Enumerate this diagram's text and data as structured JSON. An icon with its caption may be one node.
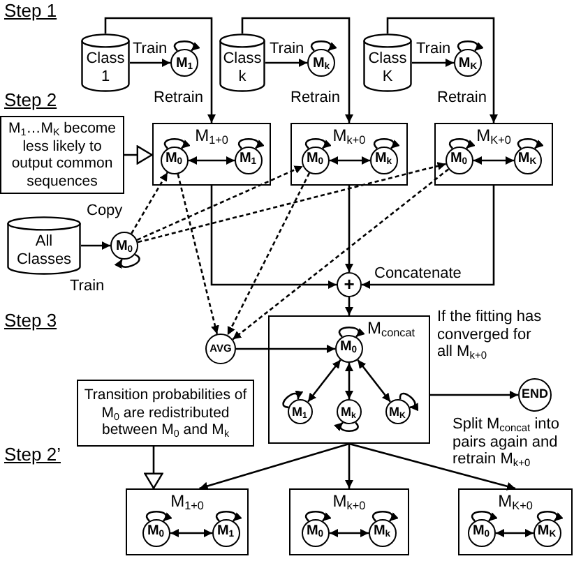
{
  "diagram": {
    "nodes": [
      {
        "text": [
          "Class 1"
        ]
      },
      {
        "text": [
          "M$_{1}$"
        ]
      },
      {
        "text": [
          "Class k"
        ]
      },
      {
        "text": [
          "M$_{k}$"
        ]
      },
      {
        "text": [
          "Class K"
        ]
      },
      {
        "text": [
          "M$_{K}$"
        ]
      },
      {
        "text": [
          "M$_{1}$…M$_{K}$ become less likely to output common sequences"
        ]
      },
      {
        "text": [
          "M$_{1+0}$"
        ]
      },
      {
        "text": [
          "M$_{0}$"
        ],
        "in": 7
      },
      {
        "text": [
          "M$_{1}$"
        ],
        "in": 7
      },
      {
        "text": [
          "M$_{k+0}$"
        ]
      },
      {
        "text": [
          "M$_{0}$"
        ],
        "in": 10
      },
      {
        "text": [
          "M$_{k}$"
        ],
        "in": 10
      },
      {
        "text": [
          "M$_{K+0}$"
        ]
      },
      {
        "text": [
          "M$_{0}$"
        ],
        "in": 13
      },
      {
        "text": [
          "M$_{K}$"
        ],
        "in": 13
      },
      {
        "text": [
          "All Classes"
        ]
      },
      {
        "text": [
          "M$_{0}$"
        ]
      },
      {
        "text": [
          "+"
        ]
      },
      {
        "text": [
          "AVG"
        ]
      },
      {
        "text": [
          "M$_{concat}$"
        ]
      },
      {
        "text": [
          "M$_{0}$"
        ],
        "in": 20
      },
      {
        "text": [
          "M$_{1}$"
        ],
        "in": 20
      },
      {
        "text": [
          "M$_{k}$"
        ],
        "in": 20
      },
      {
        "text": [
          "M$_{K}$"
        ],
        "in": 20
      },
      {
        "text": [
          "END"
        ]
      },
      {
        "text": [
          "Transition probabilities of M$_{0}$ are redistributed between M$_{0}$ and M$_{k}$"
        ]
      },
      {
        "text": [
          "M$_{1+0}$"
        ]
      },
      {
        "text": [
          "M$_{0}$"
        ],
        "in": 27
      },
      {
        "text": [
          "M$_{1}$"
        ],
        "in": 27
      },
      {
        "text": [
          "M$_{k+0}$"
        ]
      },
      {
        "text": [
          "M$_{0}$"
        ],
        "in": 30
      },
      {
        "text": [
          "M$_{k}$"
        ],
        "in": 30
      },
      {
        "text": [
          "M$_{K+0}$"
        ]
      },
      {
        "text": [
          "M$_{0}$"
        ],
        "in": 33
      },
      {
        "text": [
          "M$_{K}$"
        ],
        "in": 33
      }
    ],
    "edges": [
      {
        "from": 0,
        "to": 1,
        "arrow": "to",
        "label": "Train"
      },
      {
        "from": 1,
        "to": 1,
        "arrow": "to"
      },
      {
        "from": 0,
        "to": 7,
        "arrow": "to",
        "label": "Retrain"
      },
      {
        "from": 2,
        "to": 3,
        "arrow": "to",
        "label": "Train"
      },
      {
        "from": 3,
        "to": 3,
        "arrow": "to"
      },
      {
        "from": 2,
        "to": 10,
        "arrow": "to",
        "label": "Retrain"
      },
      {
        "from": 4,
        "to": 5,
        "arrow": "to",
        "label": "Train"
      },
      {
        "from": 5,
        "to": 5,
        "arrow": "to"
      },
      {
        "from": 4,
        "to": 13,
        "arrow": "to",
        "label": "Retrain"
      },
      {
        "from": 6,
        "to": 7,
        "arrow": "to"
      },
      {
        "from": 8,
        "to": 8,
        "arrow": "to"
      },
      {
        "from": 9,
        "to": 9,
        "arrow": "to"
      },
      {
        "from": 8,
        "to": 9,
        "arrow": "both"
      },
      {
        "from": 11,
        "to": 11,
        "arrow": "to"
      },
      {
        "from": 12,
        "to": 12,
        "arrow": "to"
      },
      {
        "from": 11,
        "to": 12,
        "arrow": "both"
      },
      {
        "from": 14,
        "to": 14,
        "arrow": "to"
      },
      {
        "from": 15,
        "to": 15,
        "arrow": "to"
      },
      {
        "from": 14,
        "to": 15,
        "arrow": "both"
      },
      {
        "from": 16,
        "to": 17,
        "arrow": "to",
        "label": "Train"
      },
      {
        "from": 17,
        "to": 17,
        "arrow": "to"
      },
      {
        "from": 17,
        "to": 8,
        "arrow": "to",
        "style": "dashed",
        "label": "Copy"
      },
      {
        "from": 17,
        "to": 11,
        "arrow": "to",
        "style": "dashed"
      },
      {
        "from": 17,
        "to": 14,
        "arrow": "to",
        "style": "dashed"
      },
      {
        "from": 8,
        "to": 19,
        "arrow": "to",
        "style": "dashed"
      },
      {
        "from": 11,
        "to": 19,
        "arrow": "to",
        "style": "dashed"
      },
      {
        "from": 14,
        "to": 19,
        "arrow": "to",
        "style": "dashed"
      },
      {
        "from": 7,
        "to": 18,
        "arrow": "to"
      },
      {
        "from": 10,
        "to": 18,
        "arrow": "to"
      },
      {
        "from": 13,
        "to": 18,
        "arrow": "to",
        "label": "Concatenate"
      },
      {
        "from": 18,
        "to": 20,
        "arrow": "to"
      },
      {
        "from": 19,
        "to": 21,
        "arrow": "to"
      },
      {
        "from": 21,
        "to": 21,
        "arrow": "to"
      },
      {
        "from": 21,
        "to": 22,
        "arrow": "both"
      },
      {
        "from": 21,
        "to": 23,
        "arrow": "both"
      },
      {
        "from": 21,
        "to": 24,
        "arrow": "both"
      },
      {
        "from": 22,
        "to": 22,
        "arrow": "to"
      },
      {
        "from": 23,
        "to": 23,
        "arrow": "to"
      },
      {
        "from": 24,
        "to": 24,
        "arrow": "to"
      },
      {
        "from": 20,
        "to": 25,
        "arrow": "to",
        "label": "If the fitting has converged for all M$_{k+0}$"
      },
      {
        "from": 26,
        "to": 27,
        "arrow": "to"
      },
      {
        "from": 20,
        "to": 27,
        "arrow": "to"
      },
      {
        "from": 20,
        "to": 30,
        "arrow": "to"
      },
      {
        "from": 20,
        "to": 33,
        "arrow": "to",
        "label": "Split M$_{concat}$ into pairs again and retrain M$_{k+0}$"
      },
      {
        "from": 28,
        "to": 28,
        "arrow": "to"
      },
      {
        "from": 29,
        "to": 29,
        "arrow": "to"
      },
      {
        "from": 28,
        "to": 29,
        "arrow": "both"
      },
      {
        "from": 31,
        "to": 31,
        "arrow": "to"
      },
      {
        "from": 32,
        "to": 32,
        "arrow": "to"
      },
      {
        "from": 31,
        "to": 32,
        "arrow": "both"
      },
      {
        "from": 34,
        "to": 34,
        "arrow": "to"
      },
      {
        "from": 35,
        "to": 35,
        "arrow": "to"
      },
      {
        "from": 34,
        "to": 35,
        "arrow": "both"
      }
    ],
    "labels": [
      "Step 1",
      "Step 2",
      "Step 3",
      "Step 2’"
    ]
  }
}
